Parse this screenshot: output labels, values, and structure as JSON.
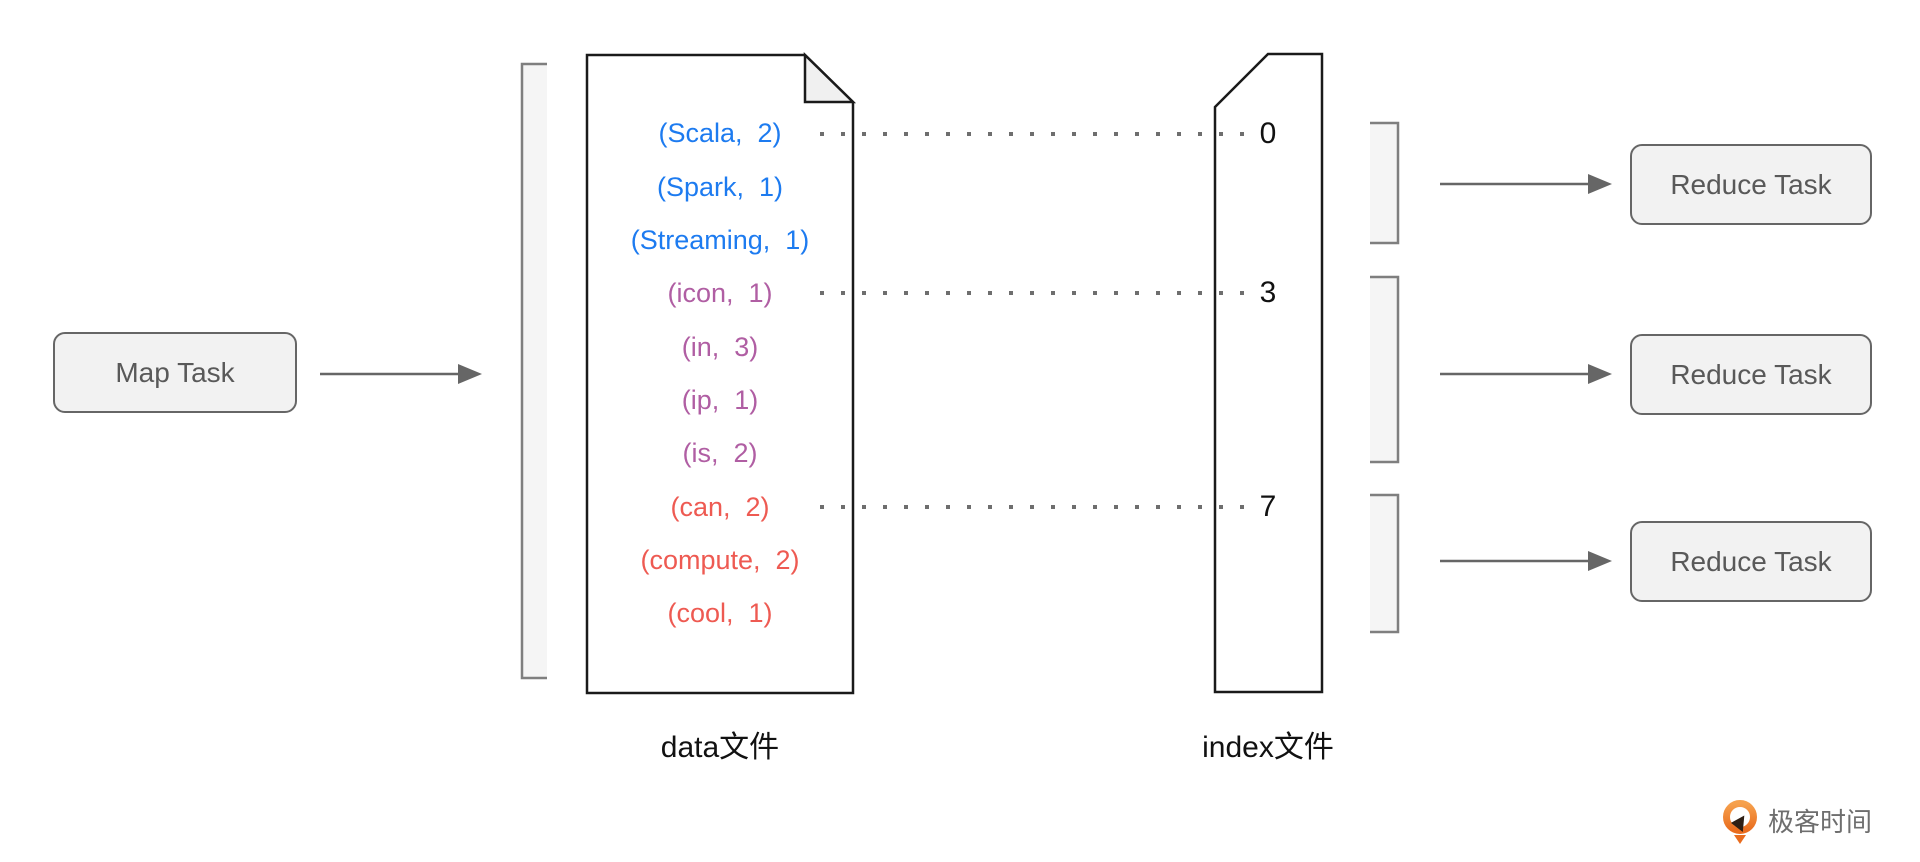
{
  "diagram": {
    "map_task": {
      "label": "Map Task"
    },
    "reduce_tasks": [
      {
        "label": "Reduce Task"
      },
      {
        "label": "Reduce Task"
      },
      {
        "label": "Reduce Task"
      }
    ],
    "data_file": {
      "label": "data文件",
      "entries": [
        {
          "text": "(Scala,  2)",
          "group": "blue"
        },
        {
          "text": "(Spark,  1)",
          "group": "blue"
        },
        {
          "text": "(Streaming,  1)",
          "group": "blue"
        },
        {
          "text": "(icon,  1)",
          "group": "purple"
        },
        {
          "text": "(in,  3)",
          "group": "purple"
        },
        {
          "text": "(ip,  1)",
          "group": "purple"
        },
        {
          "text": "(is,  2)",
          "group": "purple"
        },
        {
          "text": "(can,  2)",
          "group": "red"
        },
        {
          "text": "(compute,  2)",
          "group": "red"
        },
        {
          "text": "(cool,  1)",
          "group": "red"
        }
      ]
    },
    "index_file": {
      "label": "index文件",
      "offsets": [
        "0",
        "3",
        "7"
      ]
    },
    "colors": {
      "tuple_blue": "#1d7bf0",
      "tuple_purple": "#b05ea3",
      "tuple_red": "#ee5a52",
      "box_fill": "#f2f2f2",
      "box_border": "#666666",
      "box_text": "#595959",
      "shape_stroke": "#1a1a1a",
      "bracket_stroke": "#7f7f7f",
      "bracket_fill": "#f5f5f5",
      "dot_color": "#6e6e6e",
      "arrow_color": "#666666",
      "logo_orange": "#ef7e2e"
    },
    "logo": {
      "text": "极客时间"
    }
  }
}
